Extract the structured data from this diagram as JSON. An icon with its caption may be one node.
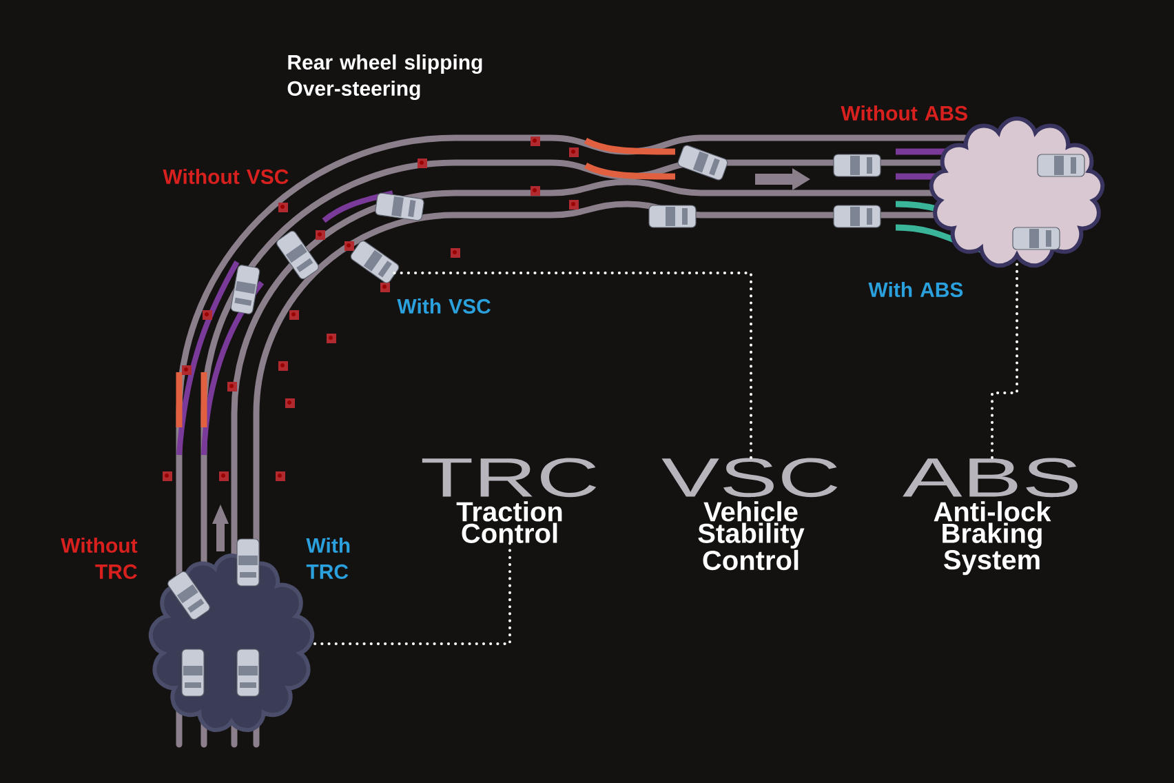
{
  "diagram": {
    "nodes": [
      {
        "text": [
          "TRC",
          "Traction Control"
        ]
      },
      {
        "text": [
          "VSC",
          "Vehicle Stability Control"
        ]
      },
      {
        "text": [
          "ABS",
          "Anti-lock Braking System"
        ]
      },
      {
        "text": [],
        "shape": "cloud"
      },
      {
        "text": [],
        "shape": "cloud"
      }
    ],
    "edges": [
      {
        "from": 0,
        "to": 3,
        "arrow": "none"
      },
      {
        "from": 1,
        "to": null,
        "arrow": "none"
      },
      {
        "from": 2,
        "to": 4,
        "arrow": "none"
      }
    ],
    "labels": [
      "Rear wheel slipping Over-steering",
      "Without VSC",
      "With VSC",
      "Without ABS",
      "With ABS",
      "Without TRC",
      "With TRC"
    ]
  }
}
